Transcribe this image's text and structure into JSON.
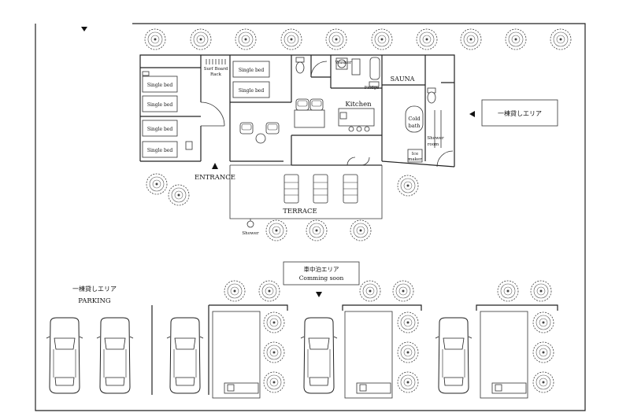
{
  "labels": {
    "bed1": "Single bed",
    "bed2": "Single bed",
    "bed3": "Single bed",
    "bed4": "Single bed",
    "bed5": "Single bed",
    "bed6": "Single bed",
    "surf_board": "Surf Board",
    "rack": "Rack",
    "washer": "Washer",
    "fridge": "Fridge",
    "sauna": "SAUNA",
    "kitchen": "Kitchen",
    "cold": "Cold",
    "bath": "bath",
    "shower_room_1": "Shower",
    "shower_room_2": "room",
    "ice_1": "Ice",
    "ice_2": "maker",
    "entrance": "ENTRANCE",
    "terrace": "TERRACE",
    "shower": "Shower",
    "area_rental": "一棟貸しエリア",
    "car_stay_1": "車中泊エリア",
    "car_stay_2": "Comming soon",
    "parking_1": "一棟貸しエリア",
    "parking_2": "PARKING"
  }
}
